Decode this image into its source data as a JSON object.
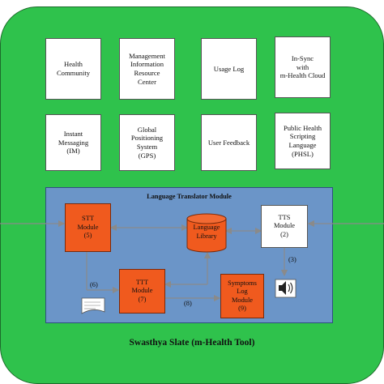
{
  "top_row": [
    {
      "id": "health-community",
      "label": "Health\nCommunity"
    },
    {
      "id": "mirc",
      "label": "Management\nInformation\nResource\nCenter"
    },
    {
      "id": "usage-log",
      "label": "Usage Log"
    },
    {
      "id": "in-sync",
      "label": "In-Sync\nwith\nm-Health Cloud"
    }
  ],
  "second_row": [
    {
      "id": "instant-messaging",
      "label": "Instant\nMessaging\n(IM)"
    },
    {
      "id": "gps",
      "label": "Global\nPositioning\nSystem\n(GPS)"
    },
    {
      "id": "user-feedback",
      "label": "User Feedback"
    },
    {
      "id": "phsl",
      "label": "Public Health\nScripting\nLanguage\n(PHSL)"
    }
  ],
  "translator": {
    "title": "Language Translator Module",
    "stt": "STT\nModule\n(5)",
    "tts": "TTS\nModule\n(2)",
    "library": "Language\nLibrary",
    "ttt": "TTT\nModule\n(7)",
    "symptoms": "Symptoms\nLog\nModule\n(9)",
    "edge_labels": {
      "e3": "(3)",
      "e6": "(6)",
      "e8": "(8)"
    }
  },
  "footer": "Swasthya Slate (m-Health Tool)",
  "colors": {
    "panel_green": "#2fc24c",
    "translator_blue": "#6b95c8",
    "module_orange": "#f05a1e",
    "connector_gray": "#8a8a8a"
  }
}
